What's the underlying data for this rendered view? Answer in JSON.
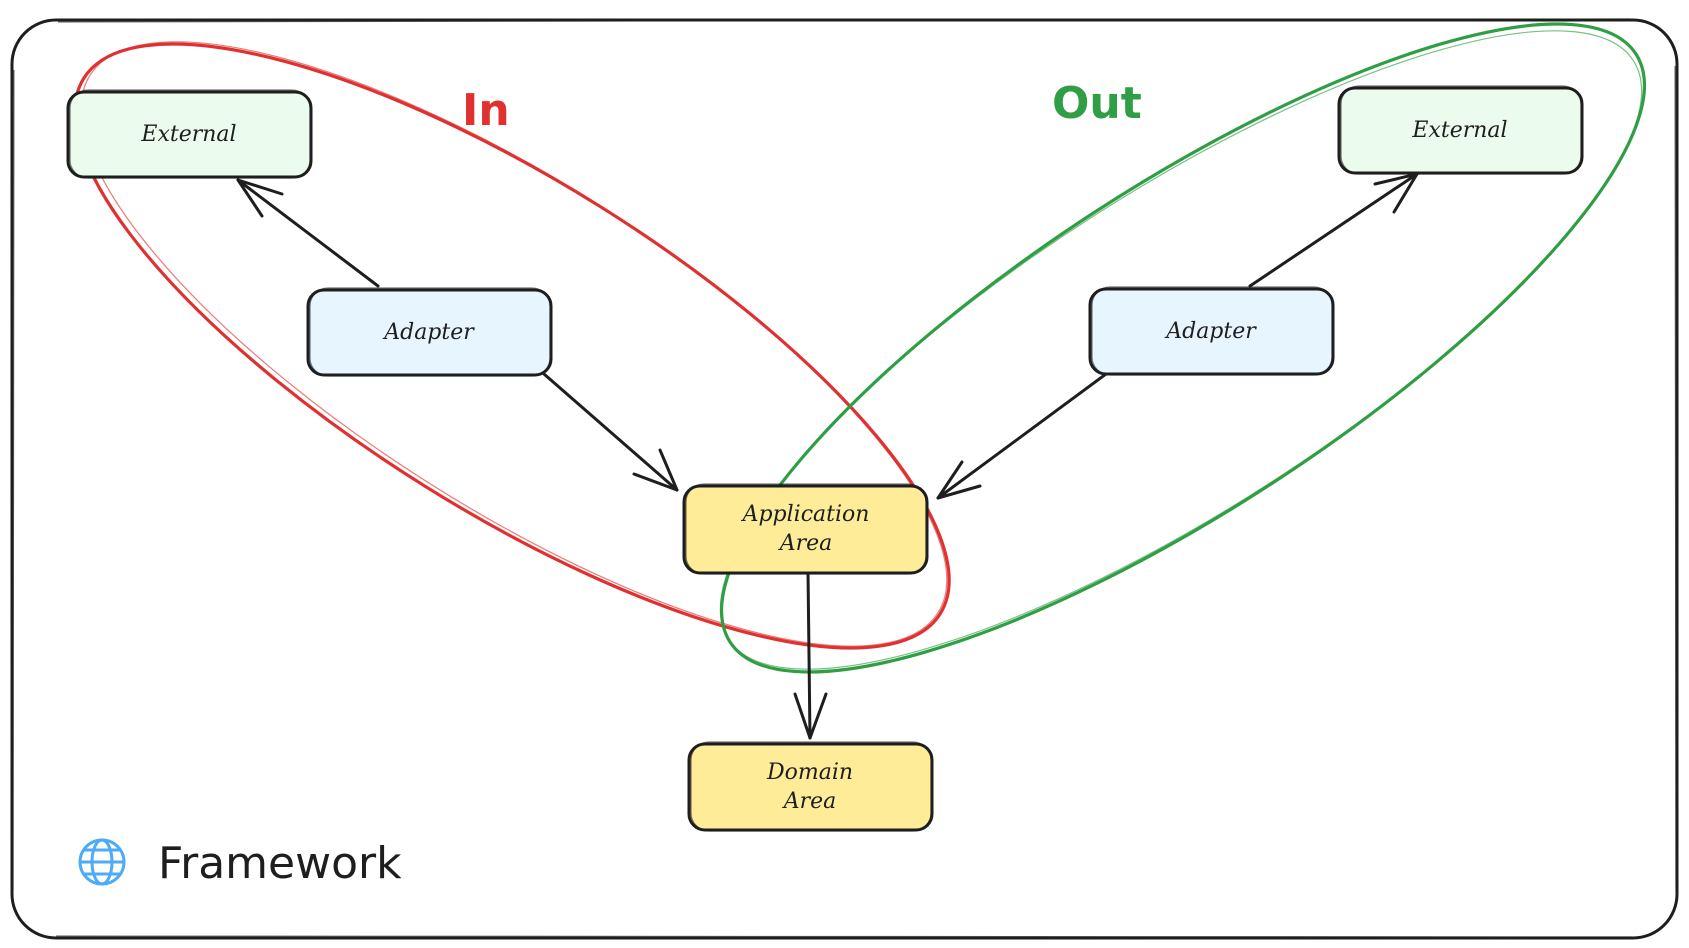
{
  "frame": {
    "label": "Framework",
    "icon": "globe-icon",
    "icon_color": "#4dabf7",
    "border_color": "#1e1e1e"
  },
  "groups": {
    "in": {
      "label": "In",
      "color": "#e03131"
    },
    "out": {
      "label": "Out",
      "color": "#2f9e44"
    }
  },
  "nodes": {
    "external_left": {
      "line1": "External",
      "line2": "",
      "fill": "#ebfbee"
    },
    "external_right": {
      "line1": "External",
      "line2": "",
      "fill": "#ebfbee"
    },
    "adapter_left": {
      "line1": "Adapter",
      "line2": "",
      "fill": "#e7f5ff"
    },
    "adapter_right": {
      "line1": "Adapter",
      "line2": "",
      "fill": "#e7f5ff"
    },
    "application_area": {
      "line1": "Application",
      "line2": "Area",
      "fill": "#ffec99"
    },
    "domain_area": {
      "line1": "Domain",
      "line2": "Area",
      "fill": "#ffec99"
    }
  },
  "arrows": [
    {
      "from": "adapter_left",
      "to": "external_left"
    },
    {
      "from": "adapter_left",
      "to": "application_area"
    },
    {
      "from": "adapter_right",
      "to": "external_right"
    },
    {
      "from": "adapter_right",
      "to": "application_area"
    },
    {
      "from": "application_area",
      "to": "domain_area"
    }
  ]
}
